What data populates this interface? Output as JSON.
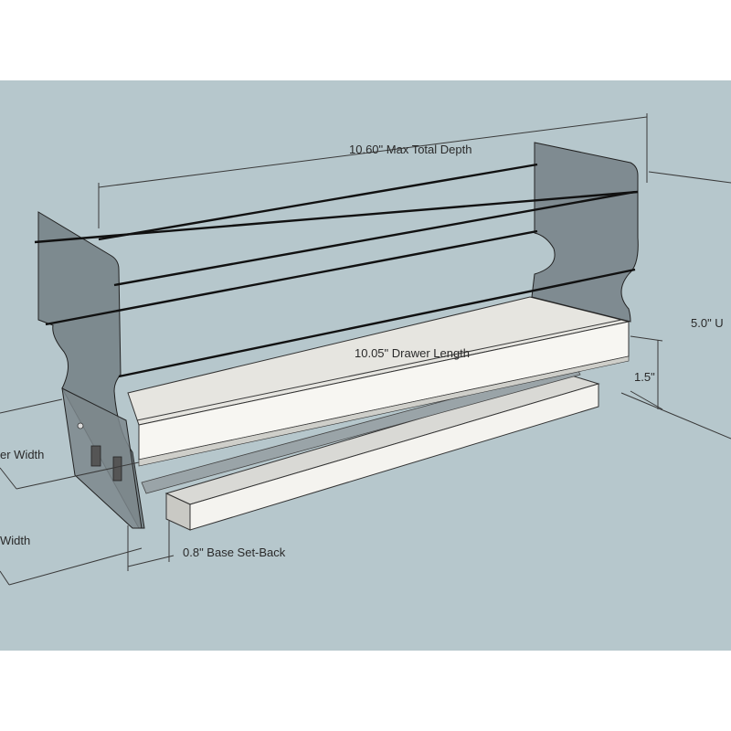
{
  "colors": {
    "page_background": "#ffffff",
    "scene_background": "#b6c7cc",
    "side_panel_fill": "#6f7a80",
    "drawer_fill": "#ecebe6",
    "rail_stroke": "#111111",
    "dimension_line": "#3a3a3a"
  },
  "dimensions": {
    "max_total_depth": "10.60\" Max Total Depth",
    "drawer_length": "10.05\" Drawer Length",
    "drawer_height": "1.5\"",
    "overall_height_partial": "5.0\" U",
    "drawer_width_partial": "er Width",
    "total_width_partial": "Width",
    "base_setback": "0.8\" Base Set-Back"
  }
}
